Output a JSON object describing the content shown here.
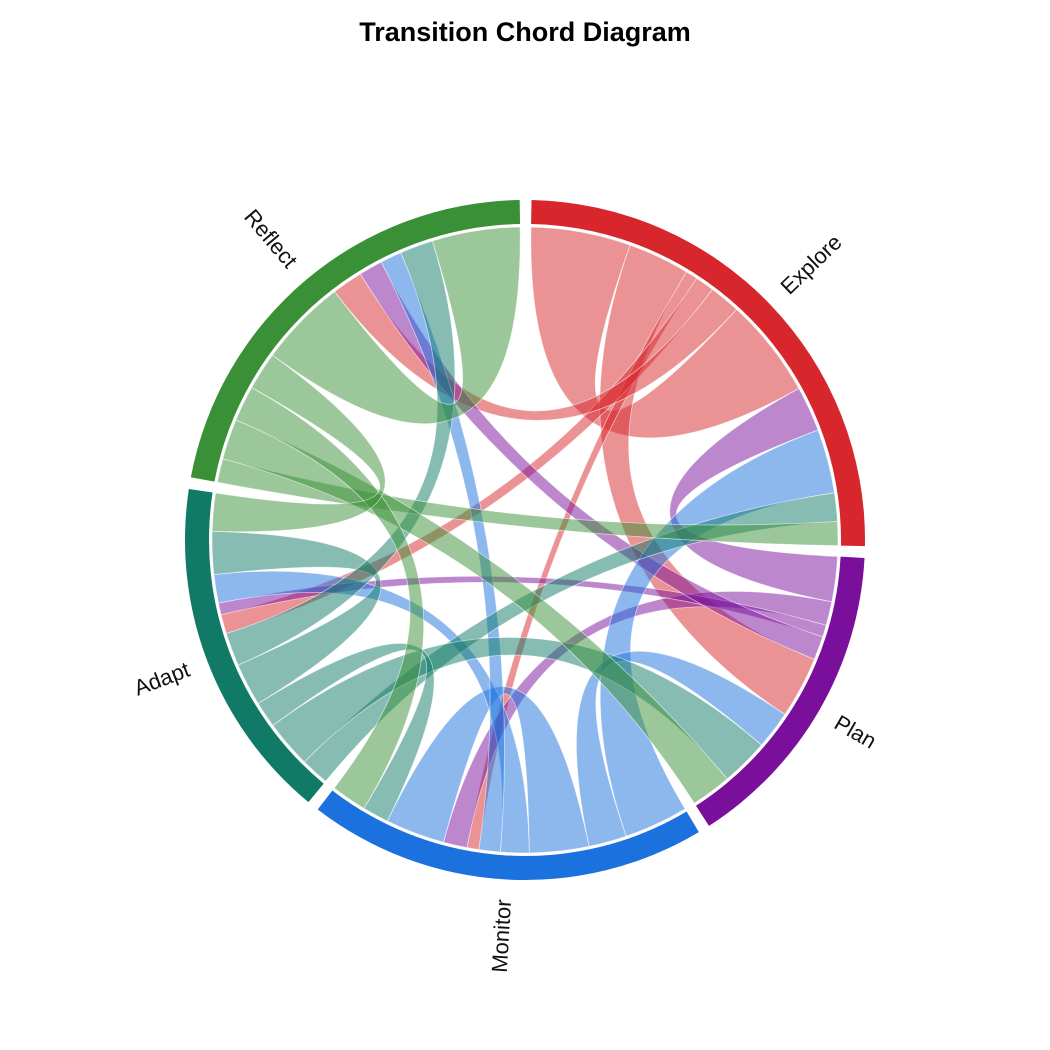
{
  "title": "Transition Chord Diagram",
  "chart_data": {
    "type": "chord",
    "title": "Transition Chord Diagram",
    "nodes": [
      {
        "name": "Explore",
        "color": "#d7262c"
      },
      {
        "name": "Plan",
        "color": "#7a0f9c"
      },
      {
        "name": "Monitor",
        "color": "#1b72de"
      },
      {
        "name": "Adapt",
        "color": "#107a67"
      },
      {
        "name": "Reflect",
        "color": "#3a9036"
      }
    ],
    "matrix": [
      [
        0.42,
        0.26,
        0.05,
        0.08,
        0.13
      ],
      [
        0.19,
        0.0,
        0.1,
        0.05,
        0.1
      ],
      [
        0.27,
        0.16,
        0.25,
        0.12,
        0.09
      ],
      [
        0.12,
        0.2,
        0.11,
        0.18,
        0.14
      ],
      [
        0.1,
        0.17,
        0.15,
        0.16,
        0.37
      ]
    ]
  }
}
